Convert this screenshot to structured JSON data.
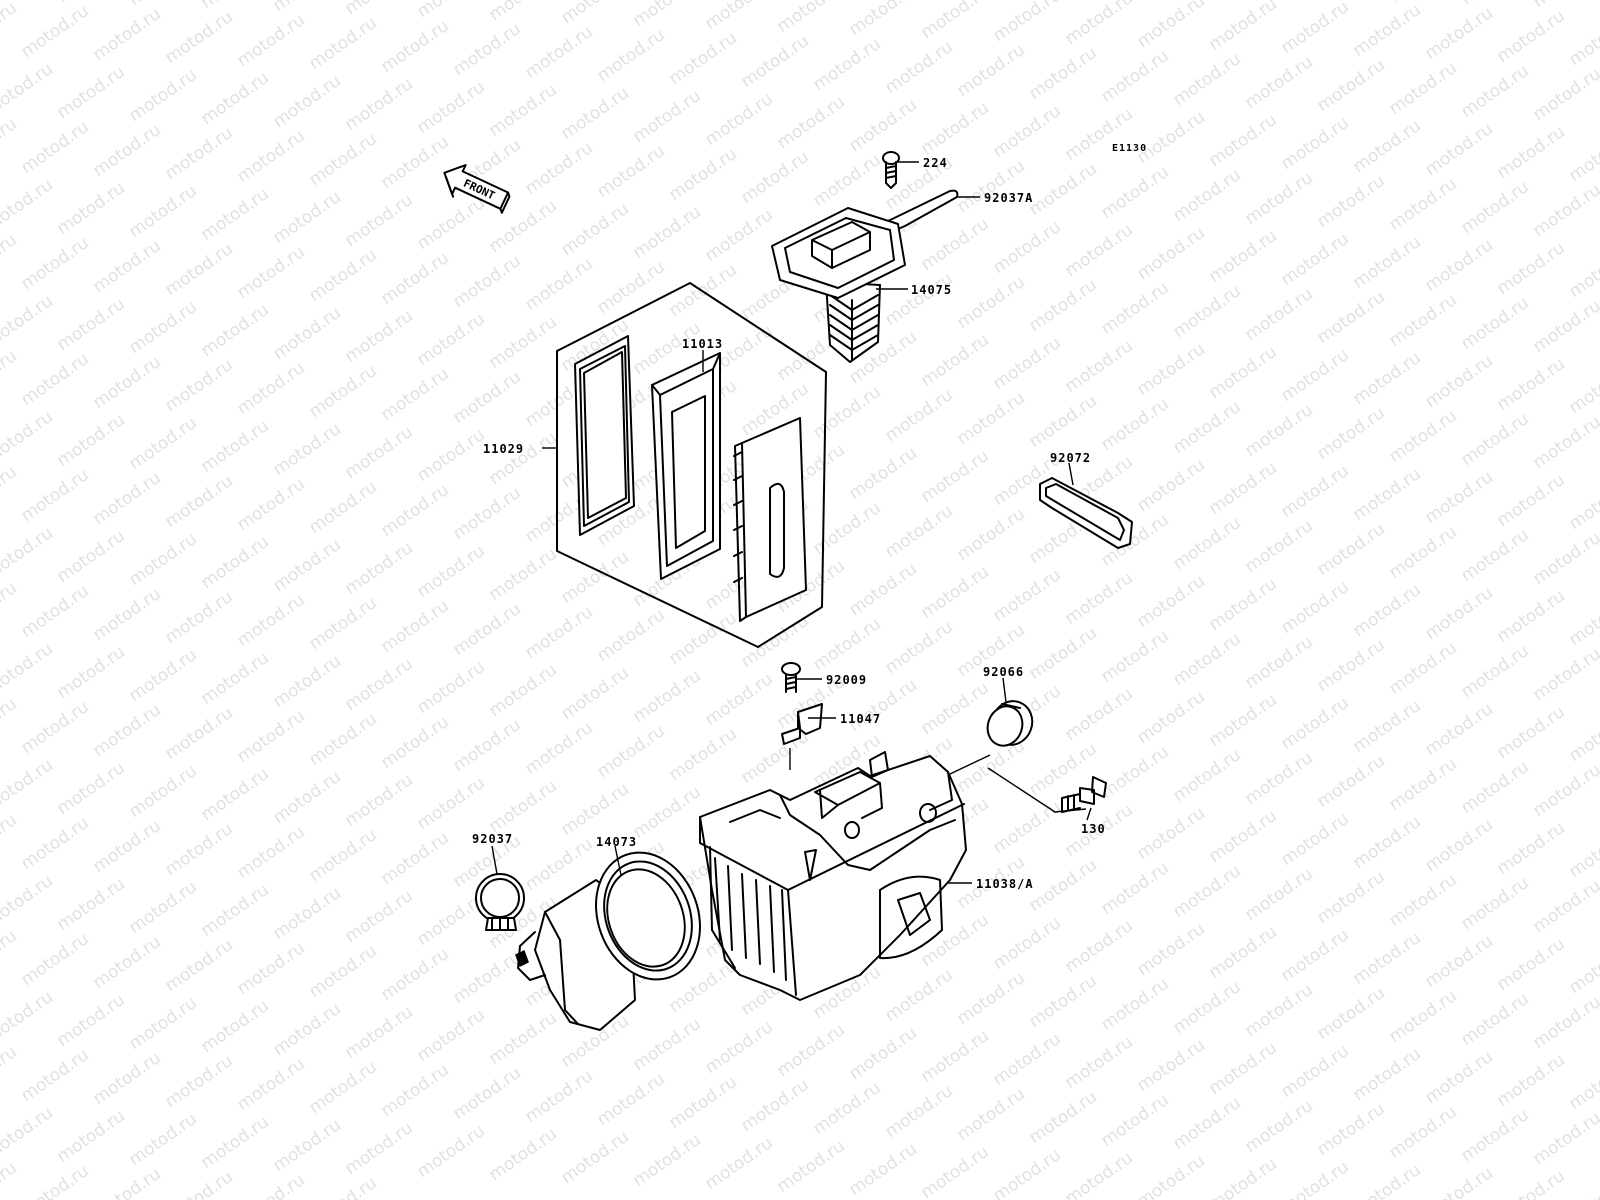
{
  "diagram": {
    "figure_code": "E1130",
    "direction_label": "FRONT",
    "watermark": "motod.ru",
    "parts": [
      {
        "number": "224"
      },
      {
        "number": "92037A"
      },
      {
        "number": "14075"
      },
      {
        "number": "11013"
      },
      {
        "number": "11029"
      },
      {
        "number": "92072"
      },
      {
        "number": "92009"
      },
      {
        "number": "92066"
      },
      {
        "number": "11047"
      },
      {
        "number": "130"
      },
      {
        "number": "92037"
      },
      {
        "number": "14073"
      },
      {
        "number": "11038/A"
      }
    ]
  }
}
